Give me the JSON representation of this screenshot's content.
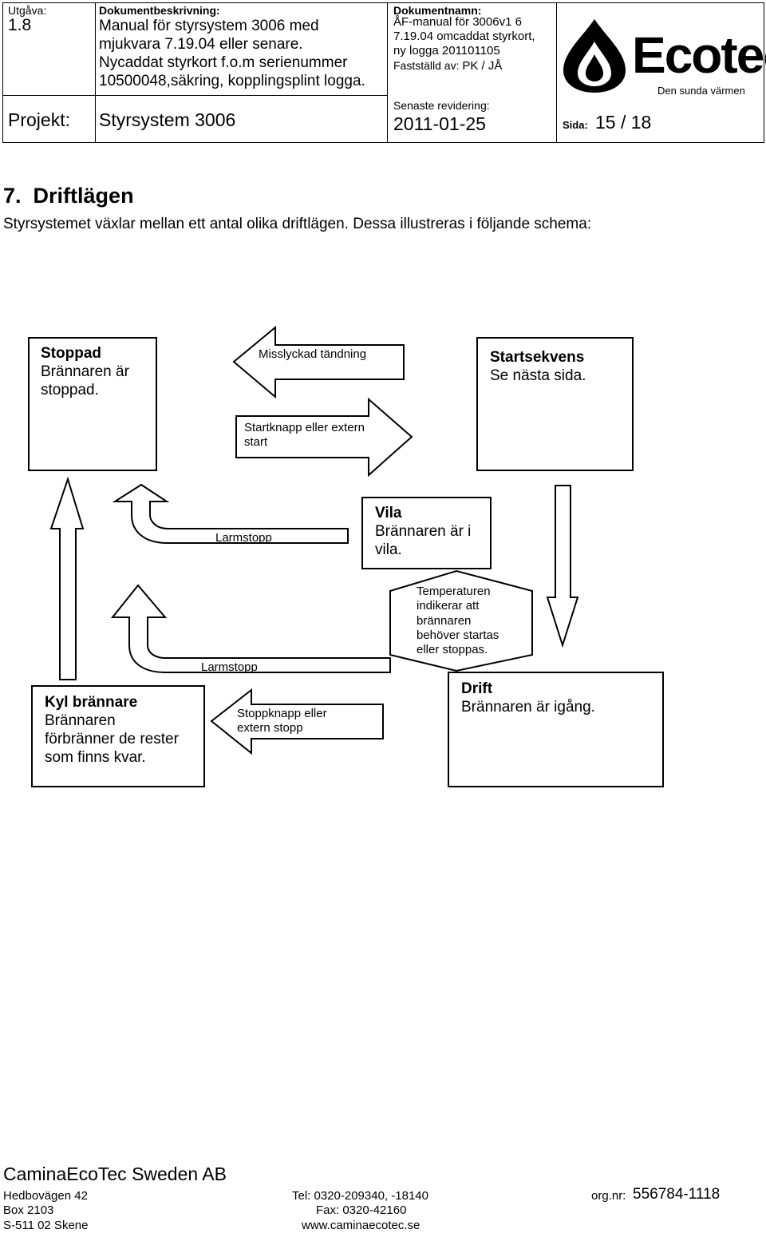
{
  "header": {
    "edition_label": "Utgåva:",
    "edition_value": "1.8",
    "description_label": "Dokumentbeskrivning:",
    "description_lines": [
      "Manual för styrsystem 3006 med",
      "mjukvara 7.19.04 eller senare.",
      "Nycaddat styrkort f.o.m serienummer",
      "10500048,säkring, kopplingsplint logga."
    ],
    "docname_label": "Dokumentnamn:",
    "docname_lines": [
      "ÅF-manual för 3006v1 6",
      "7.19.04 omcaddat styrkort,",
      "ny logga 201101105"
    ],
    "approved_label": "Fastställd av:",
    "approved_value": "PK / JÅ",
    "project_label": "Projekt:",
    "project_value": "Styrsystem 3006",
    "revision_label": "Senaste revidering:",
    "revision_value": "2011-01-25",
    "page_label": "Sida:",
    "page_value": "15 / 18",
    "logo_text": "Ecotec",
    "logo_tagline": "Den sunda värmen"
  },
  "section": {
    "number": "7.",
    "title": "Driftlägen",
    "intro": "Styrsystemet växlar mellan ett antal olika driftlägen. Dessa illustreras i följande schema:"
  },
  "diagram": {
    "states": {
      "stoppad": {
        "title": "Stoppad",
        "desc_lines": [
          "Brännaren är",
          "stoppad."
        ]
      },
      "startsekvens": {
        "title": "Startsekvens",
        "desc_lines": [
          "Se nästa sida."
        ]
      },
      "vila": {
        "title": "Vila",
        "desc_lines": [
          "Brännaren är i",
          "vila."
        ]
      },
      "kyl": {
        "title": "Kyl brännare",
        "desc_lines": [
          "Brännaren",
          "förbränner de rester",
          "som finns kvar."
        ]
      },
      "drift": {
        "title": "Drift",
        "desc_lines": [
          "Brännaren är igång."
        ]
      }
    },
    "transitions": {
      "misslyckad": "Misslyckad tändning",
      "start_lines": [
        "Startknapp eller extern",
        "start"
      ],
      "larmstopp_1": "Larmstopp",
      "larmstopp_2": "Larmstopp",
      "temp_lines": [
        "Temperaturen",
        "indikerar att",
        "brännaren",
        "behöver startas",
        "eller stoppas."
      ],
      "stopp_lines": [
        "Stoppknapp eller",
        "extern stopp"
      ]
    }
  },
  "footer": {
    "company": "CaminaEcoTec Sweden AB",
    "address_lines": [
      "Hedbovägen 42",
      "Box 2103",
      "S-511 02 Skene"
    ],
    "tel": "Tel: 0320-209340, -18140",
    "fax": "Fax: 0320-42160",
    "web": "www.caminaecotec.se",
    "orgnr_label": "org.nr:",
    "orgnr_value": "556784-1118"
  }
}
